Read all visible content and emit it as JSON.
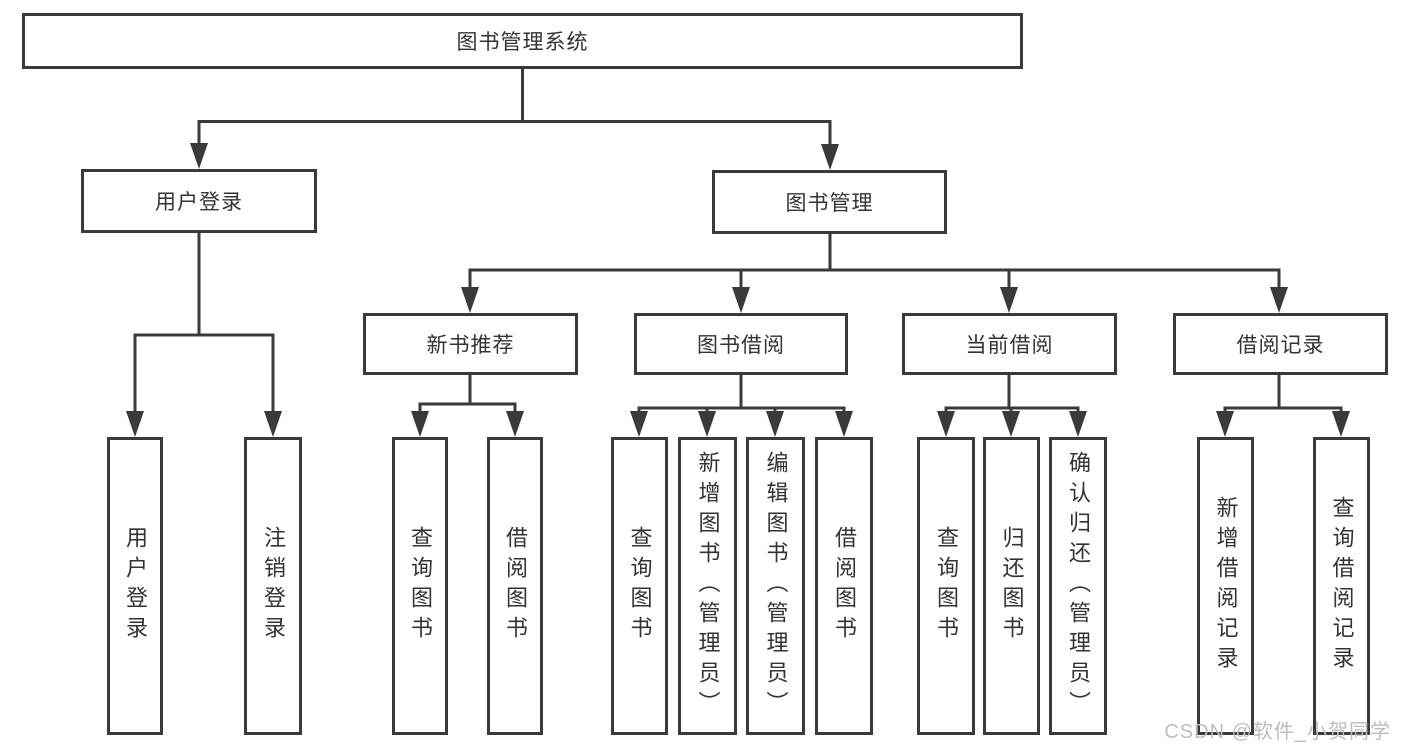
{
  "colors": {
    "line": "#3a3a3a",
    "box_border": "#3a3a3a",
    "box_fill": "#ffffff",
    "text": "#333333",
    "watermark": "#bdbdbd",
    "background": "#ffffff"
  },
  "tree": {
    "root": {
      "label": "图书管理系统"
    },
    "branches": [
      {
        "label": "用户登录",
        "children": [
          {
            "label": "用户登录"
          },
          {
            "label": "注销登录"
          }
        ]
      },
      {
        "label": "图书管理",
        "children": [
          {
            "label": "新书推荐",
            "children": [
              {
                "label": "查询图书"
              },
              {
                "label": "借阅图书"
              }
            ]
          },
          {
            "label": "图书借阅",
            "children": [
              {
                "label": "查询图书"
              },
              {
                "label": "新增图书（管理员）"
              },
              {
                "label": "编辑图书（管理员）"
              },
              {
                "label": "借阅图书"
              }
            ]
          },
          {
            "label": "当前借阅",
            "children": [
              {
                "label": "查询图书"
              },
              {
                "label": "归还图书"
              },
              {
                "label": "确认归还（管理员）"
              }
            ]
          },
          {
            "label": "借阅记录",
            "children": [
              {
                "label": "新增借阅记录"
              },
              {
                "label": "查询借阅记录"
              }
            ]
          }
        ]
      }
    ]
  },
  "watermark": {
    "text": "CSDN @软件_小贺同学"
  }
}
